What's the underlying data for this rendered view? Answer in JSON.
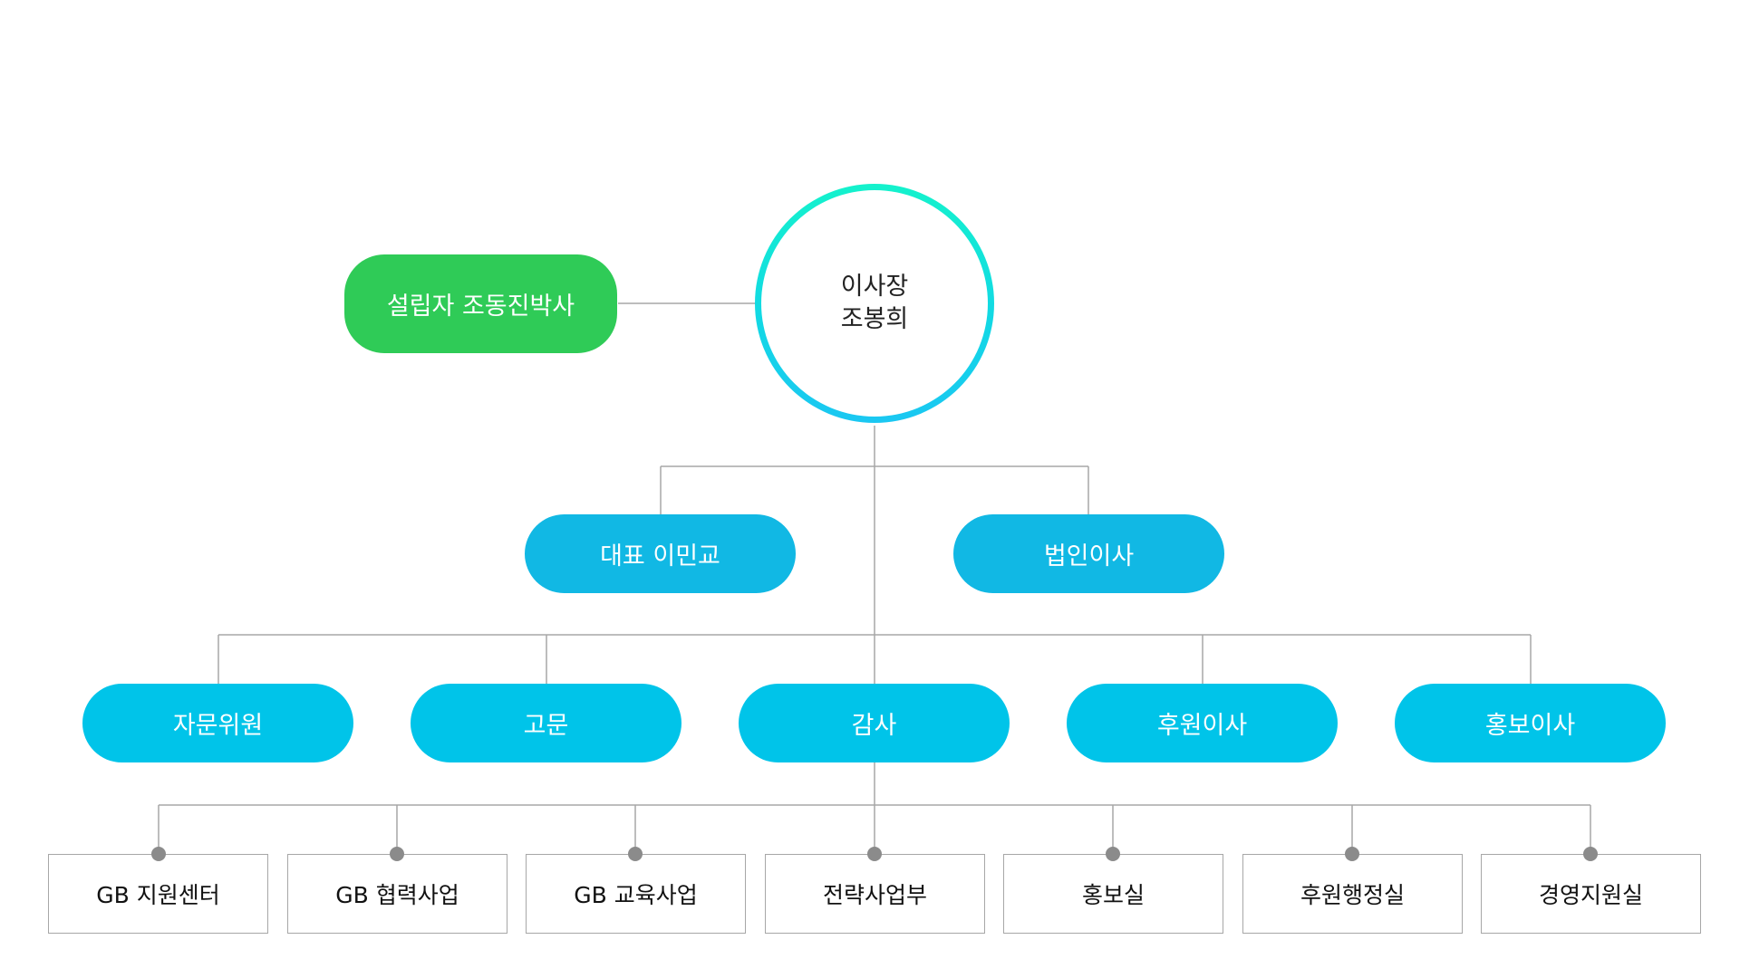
{
  "founder": {
    "label": "설립자 조동진박사"
  },
  "chairman": {
    "title": "이사장",
    "name": "조봉희"
  },
  "level1": [
    {
      "label": "대표 이민교"
    },
    {
      "label": "법인이사"
    }
  ],
  "level2": [
    {
      "label": "자문위원"
    },
    {
      "label": "고문"
    },
    {
      "label": "감사"
    },
    {
      "label": "후원이사"
    },
    {
      "label": "홍보이사"
    }
  ],
  "departments": [
    {
      "label": "GB 지원센터"
    },
    {
      "label": "GB 협력사업"
    },
    {
      "label": "GB 교육사업"
    },
    {
      "label": "전략사업부"
    },
    {
      "label": "홍보실"
    },
    {
      "label": "후원행정실"
    },
    {
      "label": "경영지원실"
    }
  ],
  "colors": {
    "founder_green": "#2fcb57",
    "pill_blue": "#00c4e9",
    "pill_blue_dark": "#11b8e4",
    "chair_ring_top": "#14f2cc",
    "chair_ring_bottom": "#1ac7f2",
    "connector_line": "#a7a7a7",
    "dept_dot": "#8b8b8b"
  }
}
